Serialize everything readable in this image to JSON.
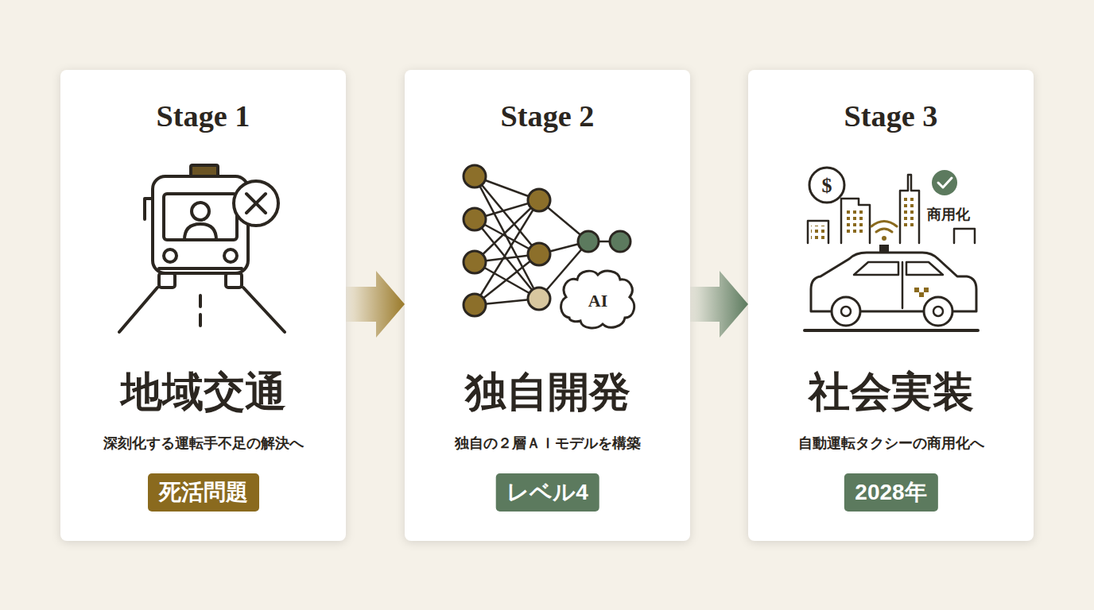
{
  "diagram": {
    "nodes": [
      {
        "text": [
          "Stage 1",
          "地域交通",
          "深刻化する運転手不足の解決へ"
        ]
      },
      {
        "text": [
          "死活問題"
        ],
        "in": 0
      },
      {
        "text": [
          "Stage 2",
          "独自開発",
          "独自の２層ＡＩモデルを構築"
        ]
      },
      {
        "text": [
          "レベル4"
        ],
        "in": 2
      },
      {
        "text": [
          "Stage 3",
          "社会実装",
          "自動運転タクシーの商用化へ"
        ]
      },
      {
        "text": [
          "2028年"
        ],
        "in": 4
      }
    ],
    "edges": [
      {
        "from": 0,
        "to": 2,
        "arrow": "to"
      },
      {
        "from": 2,
        "to": 4,
        "arrow": "to"
      }
    ],
    "labels": [
      "AI",
      "$",
      "商用化"
    ]
  }
}
